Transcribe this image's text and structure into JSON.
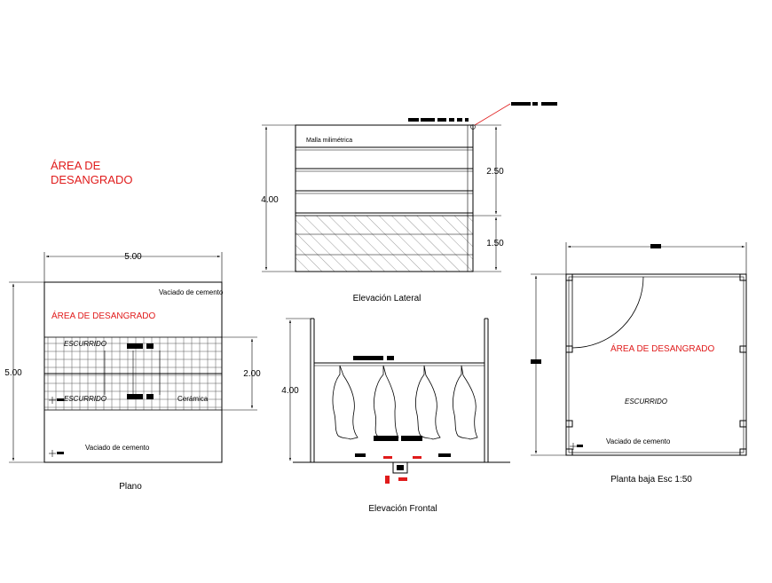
{
  "title": {
    "line1": "ÁREA DE",
    "line2": "DESANGRADO"
  },
  "plano": {
    "caption": "Plano",
    "width_dim": "5.00",
    "height_dim": "5.00",
    "strip_dim": "2.00",
    "label_area": "ÁREA DE DESANGRADO",
    "label_cement_top": "Vaciado de cemento",
    "label_cement_bottom": "Vaciado de cemento",
    "label_escurrido_1": "ESCURRIDO",
    "label_escurrido_2": "ESCURRIDO",
    "label_ceramica": "Cerámica"
  },
  "lateral": {
    "caption": "Elevación Lateral",
    "height_dim": "4.00",
    "upper_dim": "2.50",
    "lower_dim": "1.50",
    "label_malla": "Malla milimétrica"
  },
  "frontal": {
    "caption": "Elevación Frontal",
    "height_dim": "4.00"
  },
  "planta": {
    "caption": "Planta baja  Esc 1:50",
    "label_area": "ÁREA DE DESANGRADO",
    "label_escurrido": "ESCURRIDO",
    "label_cement": "Vaciado de cemento"
  },
  "colors": {
    "red_text": "#e01b1b",
    "line": "#000000"
  }
}
